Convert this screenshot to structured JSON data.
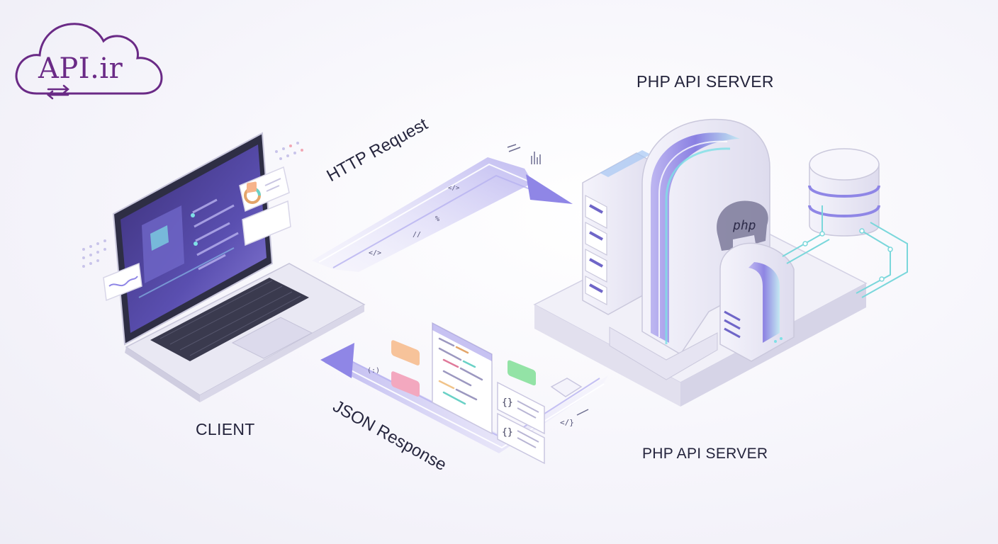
{
  "logo": {
    "text": "API.ir"
  },
  "labels": {
    "server_top": "PHP API SERVER",
    "server_bottom": "PHP API SERVER",
    "client": "CLIENT",
    "request": "HTTP Request",
    "response": "JSON Response"
  },
  "icons": {
    "php_logo": "php",
    "code_tags": "</>",
    "braces": "{}"
  },
  "colors": {
    "brand_purple": "#6a2a86",
    "flow_purple": "#8f86e6",
    "teal": "#5fd3d6"
  }
}
